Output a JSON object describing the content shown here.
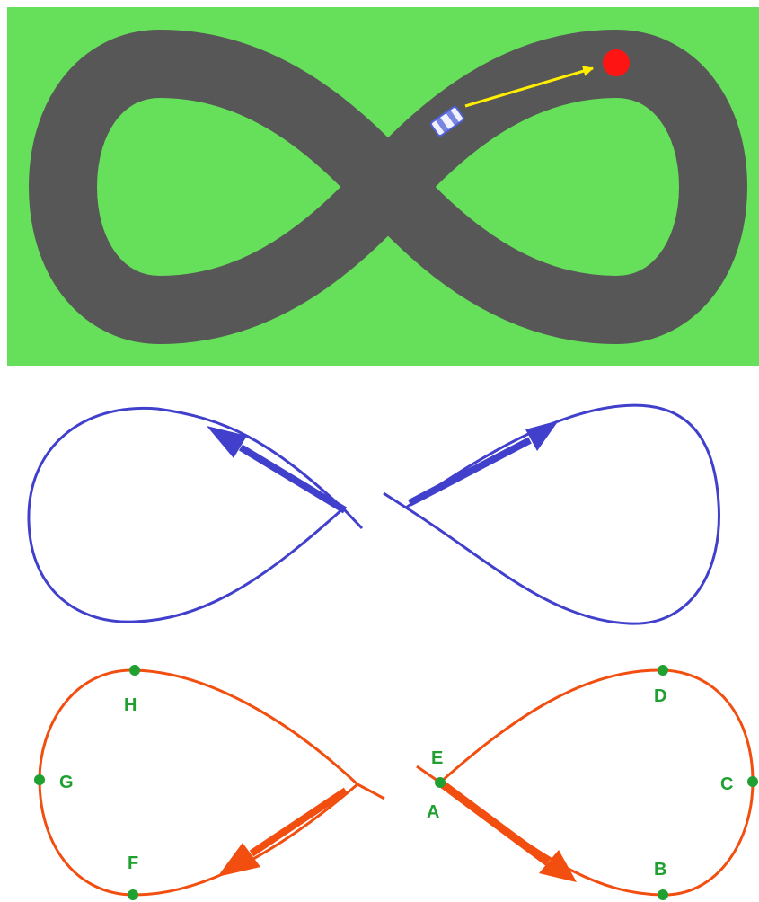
{
  "colors": {
    "grass": "#66e05a",
    "road": "#575757",
    "target": "#ff1414",
    "velocity_arrow": "#ffee00",
    "car_body": "#f2f2ff",
    "car_trim": "#5060d8",
    "blue_curve": "#4040cc",
    "orange_curve": "#f24e10",
    "point": "#1fa030"
  },
  "icons": {
    "car": "car-icon",
    "target": "target-dot-icon"
  },
  "points": {
    "A": "A",
    "B": "B",
    "C": "C",
    "D": "D",
    "E": "E",
    "F": "F",
    "G": "G",
    "H": "H"
  }
}
